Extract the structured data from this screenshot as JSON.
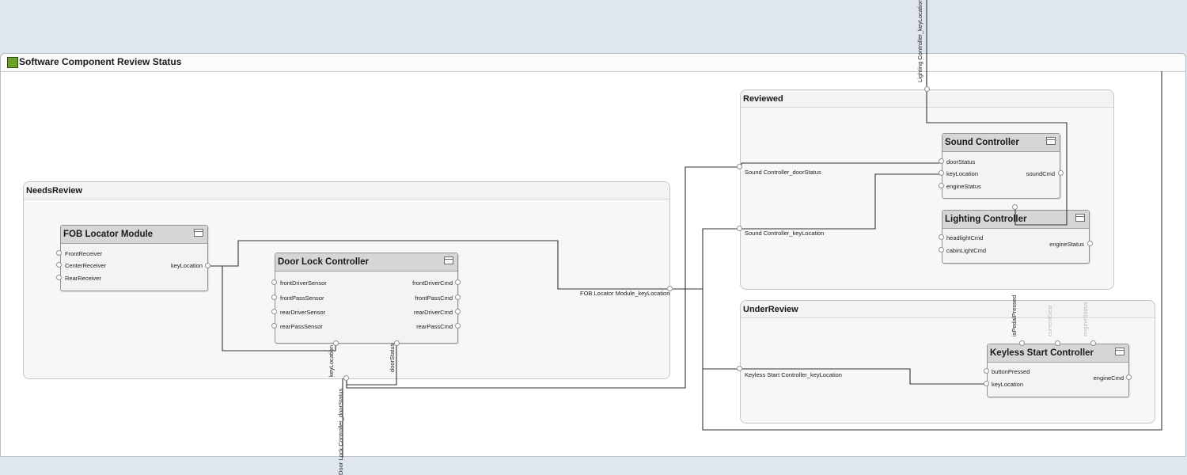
{
  "diagram": {
    "title": "Software Component Review Status",
    "accent_color": "#6ea02e",
    "top_port_label": "Lighting Controller_keyLocation",
    "bottom_port_label": "Door Lock Controller_doorStatus",
    "groups": {
      "needs_review": {
        "title": "NeedsReview",
        "output_label": "FOB Locator Module_keyLocation",
        "components": {
          "fob": {
            "title": "FOB Locator Module",
            "inputs": [
              "FrontReceiver",
              "CenterReceiver",
              "RearReceiver"
            ],
            "outputs": [
              "keyLocation"
            ]
          },
          "door": {
            "title": "Door Lock Controller",
            "inputs": [
              "frontDriverSensor",
              "frontPassSensor",
              "rearDriverSensor",
              "rearPassSensor"
            ],
            "outputs": [
              "frontDriverCmd",
              "frontPassCmd",
              "rearDriverCmd",
              "rearPassCmd"
            ],
            "bottom_ports": [
              "keyLocation",
              "doorStatus"
            ]
          }
        }
      },
      "reviewed": {
        "title": "Reviewed",
        "inputs": [
          "Sound Controller_doorStatus",
          "Sound Controller_keyLocation"
        ],
        "components": {
          "sound": {
            "title": "Sound Controller",
            "inputs": [
              "doorStatus",
              "keyLocation",
              "engineStatus"
            ],
            "outputs": [
              "soundCmd"
            ]
          },
          "lighting": {
            "title": "Lighting Controller",
            "inputs": [
              "headlightCmd",
              "cabinLightCmd"
            ],
            "outputs": [
              "engineStatus"
            ]
          }
        }
      },
      "under_review": {
        "title": "UnderReview",
        "inputs": [
          "Keyless Start Controller_keyLocation"
        ],
        "components": {
          "keyless": {
            "title": "Keyless Start Controller",
            "inputs": [
              "buttonPressed",
              "keyLocation"
            ],
            "outputs": [
              "engineCmd"
            ],
            "top_ports": [
              "isPedalPressed",
              "currentGear",
              "engineStatus"
            ]
          }
        }
      }
    }
  }
}
